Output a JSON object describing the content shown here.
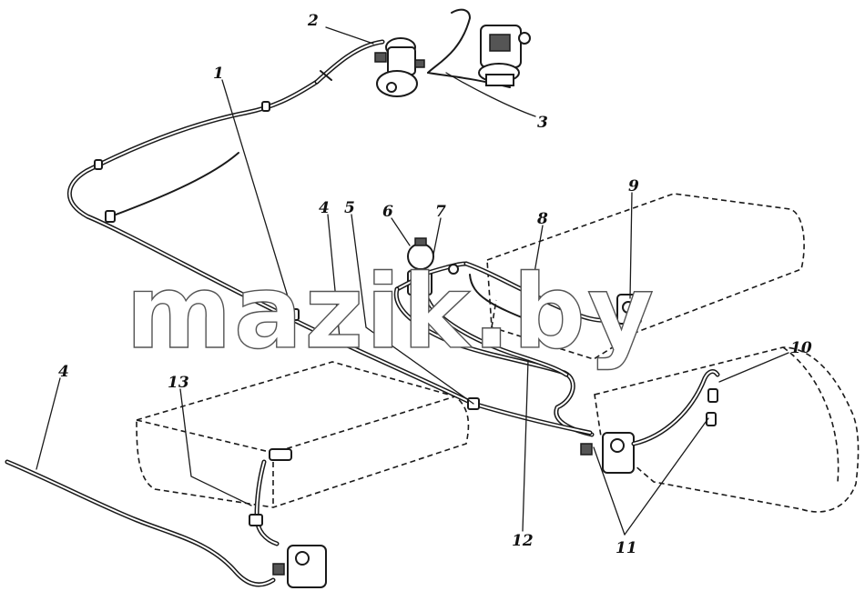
{
  "diagram": {
    "callouts": [
      "1",
      "2",
      "3",
      "4",
      "5",
      "6",
      "7",
      "8",
      "9",
      "4",
      "10",
      "11",
      "12",
      "13"
    ]
  },
  "watermark": {
    "text": "mazik.by"
  }
}
